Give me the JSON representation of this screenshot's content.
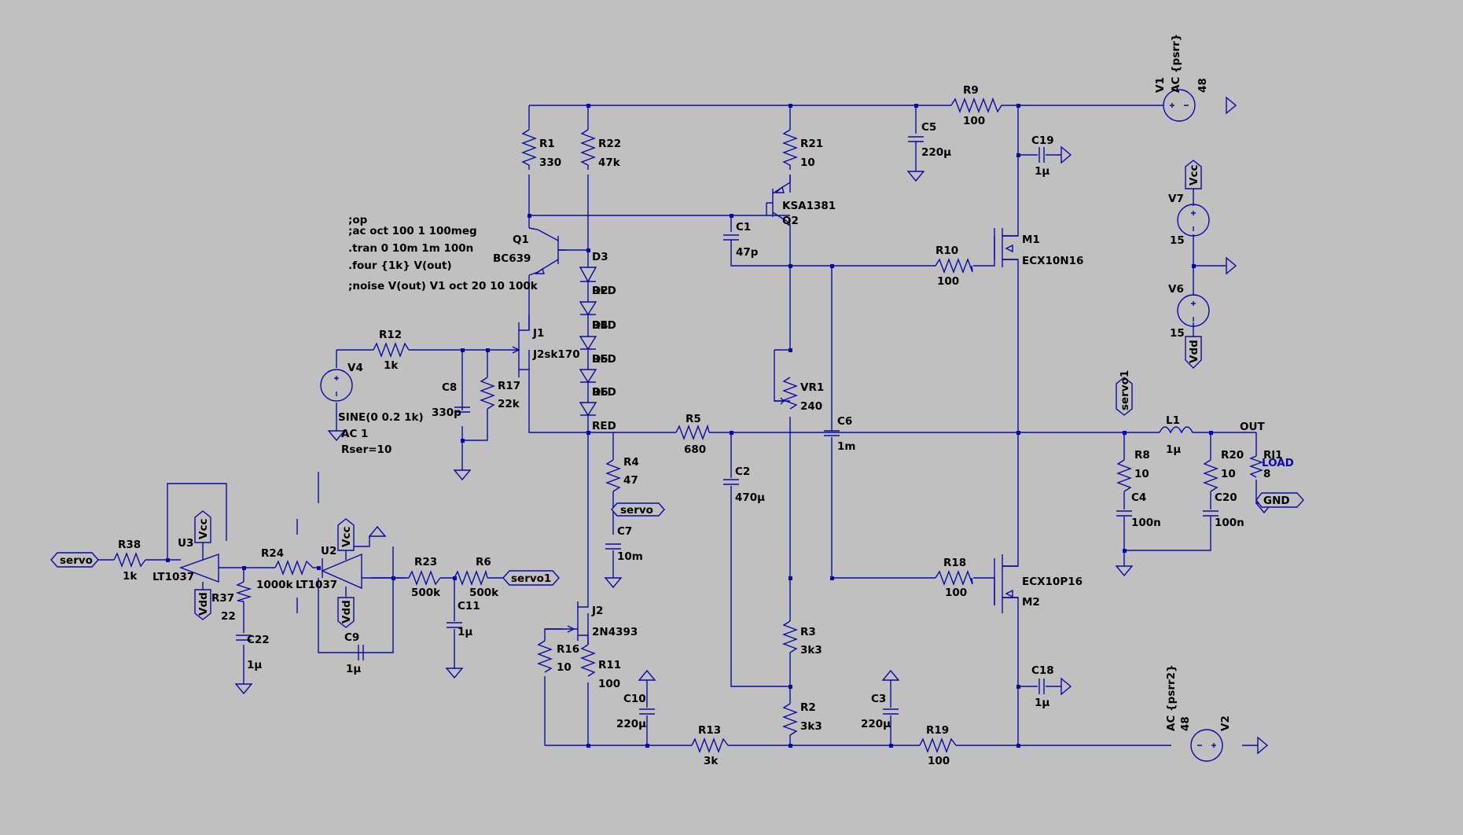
{
  "colors": {
    "background": "#c0c0c0",
    "wire": "#0a0aa8",
    "text": "#000000"
  },
  "directives": [
    ";op",
    ";ac oct 100 1 100meg",
    ".tran 0 10m 1m 100n",
    ".four {1k}  V(out)",
    ";noise V(out) V1 oct 20 10 100k"
  ],
  "parts": {
    "R1": [
      "R1",
      "330"
    ],
    "R22": [
      "R22",
      "47k"
    ],
    "R21": [
      "R21",
      "10"
    ],
    "R9": [
      "R9",
      "100"
    ],
    "R10": [
      "R10",
      "100"
    ],
    "R12": [
      "R12",
      "1k"
    ],
    "R17": [
      "R17",
      "22k"
    ],
    "R5": [
      "R5",
      "680"
    ],
    "R4": [
      "R4",
      "47"
    ],
    "R8": [
      "R8",
      "10"
    ],
    "R20": [
      "R20",
      "10"
    ],
    "R18": [
      "R18",
      "100"
    ],
    "R3": [
      "R3",
      "3k3"
    ],
    "R2": [
      "R2",
      "3k3"
    ],
    "R13": [
      "R13",
      "3k"
    ],
    "R19": [
      "R19",
      "100"
    ],
    "R16": [
      "R16",
      "10"
    ],
    "R11": [
      "R11",
      "100"
    ],
    "R38": [
      "R38",
      "1k"
    ],
    "R24": [
      "R24",
      "1000k"
    ],
    "R37": [
      "R37",
      "22"
    ],
    "R23": [
      "R23",
      "500k"
    ],
    "R6": [
      "R6",
      "500k"
    ],
    "RL1": [
      "Rl1",
      "8"
    ],
    "VR1": [
      "VR1",
      "240"
    ],
    "C5": [
      "C5",
      "220µ"
    ],
    "C19": [
      "C19",
      "1µ"
    ],
    "C1": [
      "C1",
      "47p"
    ],
    "C8": [
      "C8",
      "330p"
    ],
    "C6": [
      "C6",
      "1m"
    ],
    "C2": [
      "C2",
      "470µ"
    ],
    "C7": [
      "C7",
      "10m"
    ],
    "C4": [
      "C4",
      "100n"
    ],
    "C20": [
      "C20",
      "100n"
    ],
    "C18": [
      "C18",
      "1µ"
    ],
    "C10": [
      "C10",
      "220µ"
    ],
    "C3": [
      "C3",
      "220µ"
    ],
    "C22": [
      "C22",
      "1µ"
    ],
    "C9": [
      "C9",
      "1µ"
    ],
    "C11": [
      "C11",
      "1µ"
    ],
    "L1": [
      "L1",
      "1µ"
    ],
    "Q1": [
      "Q1",
      "BC639"
    ],
    "Q2": [
      "Q2",
      "KSA1381"
    ],
    "J1": [
      "J1",
      "J2sk170"
    ],
    "J2": [
      "J2",
      "2N4393"
    ],
    "M1": [
      "M1",
      "ECX10N16"
    ],
    "M2": [
      "M2",
      "ECX10P16"
    ],
    "U2": [
      "U2",
      "LT1037"
    ],
    "U3": [
      "U3",
      "LT1037"
    ],
    "V1": [
      "V1",
      "AC {psrr}",
      "48"
    ],
    "V2": [
      "V2",
      "AC {psrr2}",
      "48"
    ],
    "V7": [
      "V7",
      "15"
    ],
    "V6": [
      "V6",
      "15"
    ],
    "V4": [
      "V4",
      "SINE(0 0.2 1k)",
      "AC 1",
      "Rser=10"
    ]
  },
  "diodes": [
    "D3",
    "RED",
    "RED",
    "RED",
    "RED",
    "RED"
  ],
  "diode_overlap": [
    "D2",
    "D4",
    "D5",
    "D6"
  ],
  "nets": {
    "vcc": "Vcc",
    "vdd": "Vdd",
    "servo": "servo",
    "servo1": "servo1",
    "out": "OUT",
    "gnd": "GND",
    "load": "LOAD"
  }
}
